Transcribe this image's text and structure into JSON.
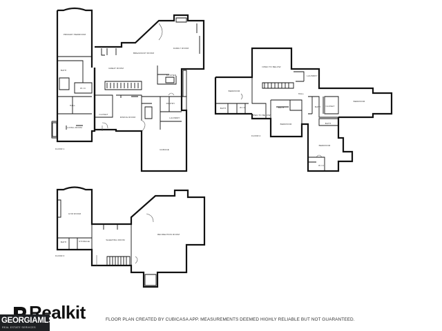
{
  "brand": {
    "name": "Realkit"
  },
  "disclaimer": "FLOOR PLAN CREATED BY CUBICASA APP. MEASUREMENTS DEEMED HIGHLY RELIABLE BUT NOT GUARANTEED.",
  "watermark": {
    "main": "GEORGIAMLS",
    "sub": "REAL ESTATE SERVICES"
  },
  "floors": {
    "floor1": {
      "label": "FLOOR 1",
      "rooms": {
        "primary_bedroom": "PRIMARY BEDROOM",
        "breakfast_room": "BREAKFAST ROOM",
        "family_room": "FAMILY ROOM",
        "great_room": "GREAT ROOM",
        "kitchen": "KITCHEN",
        "bath": "BATH",
        "wic": "W.I.C",
        "pantry": "PANTRY",
        "laundry": "LAUNDRY",
        "hall": "HALL",
        "closet": "CLOSET",
        "dining_room": "DINING ROOM",
        "living_room": "LIVING ROOM",
        "garage": "GARAGE"
      }
    },
    "floor2": {
      "label": "FLOOR 2",
      "rooms": {
        "bedroom_west": "BEDROOM",
        "open_to_below_top": "OPEN TO BELOW",
        "laundry": "LAUNDRY",
        "bath_west": "BATH",
        "wic_west": "W.I.C",
        "open_to_below_mid": "OPEN TO BELOW",
        "hall": "HALL",
        "bedroom_east": "BEDROOM",
        "bath_mid": "BATH",
        "bedroom_center": "BEDROOM",
        "bath_east": "BATH",
        "closet": "CLOSET",
        "bath_south": "BATH",
        "bedroom_south": "BEDROOM",
        "wic_south": "W.I.C"
      }
    },
    "floor3": {
      "label": "FLOOR 3",
      "rooms": {
        "gym_room": "GYM ROOM",
        "bath": "BATH",
        "storage": "STORAGE",
        "sleeping_room": "SLEEPING ROOM",
        "recreation_room": "RECREATION ROOM"
      }
    }
  }
}
